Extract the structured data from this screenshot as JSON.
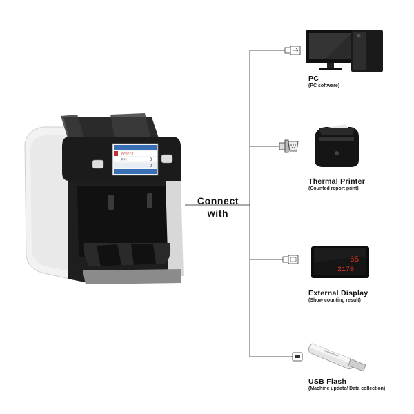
{
  "connect": {
    "line1": "Connect",
    "line2": "with"
  },
  "machine": {
    "screen_lines": [
      "REJECT",
      "PIN",
      "0",
      "0"
    ]
  },
  "devices": [
    {
      "title": "PC",
      "subtitle": "(PC software)",
      "connector": "usb-connector",
      "image": "pc-monitor-tower"
    },
    {
      "title": "Thermal Printer",
      "subtitle": "(Counted report print)",
      "connector": "serial-db9-connector",
      "image": "thermal-printer"
    },
    {
      "title": "External Display",
      "subtitle": "(Show counting result)",
      "connector": "rj-connector",
      "image": "external-display",
      "display_top": "65",
      "display_bottom": "2170"
    },
    {
      "title": "USB Flash",
      "subtitle": "(Machine update/ Data collection)",
      "connector": "usb-port",
      "image": "usb-flash-drive"
    }
  ],
  "colors": {
    "line": "#555555",
    "text": "#111111",
    "display_digits": "#e8332a"
  }
}
